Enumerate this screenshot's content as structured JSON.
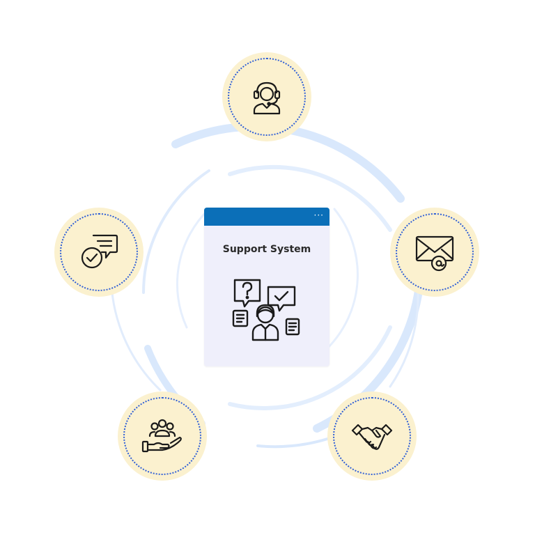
{
  "diagram": {
    "center": {
      "title": "Support System",
      "menu_dots": "···",
      "icon": "support-agent-questions-icon"
    },
    "nodes": [
      {
        "id": "agent",
        "icon": "headset-agent-icon"
      },
      {
        "id": "chat",
        "icon": "chat-check-icon"
      },
      {
        "id": "email",
        "icon": "email-at-icon"
      },
      {
        "id": "care",
        "icon": "hand-group-icon"
      },
      {
        "id": "deal",
        "icon": "handshake-icon"
      }
    ]
  },
  "colors": {
    "header_bar": "#0b6fb8",
    "window_bg": "#efeffb",
    "node_fill": "#fbf1cf",
    "node_dots": "#2f5fd6",
    "orbit": "#d6e6fb"
  }
}
